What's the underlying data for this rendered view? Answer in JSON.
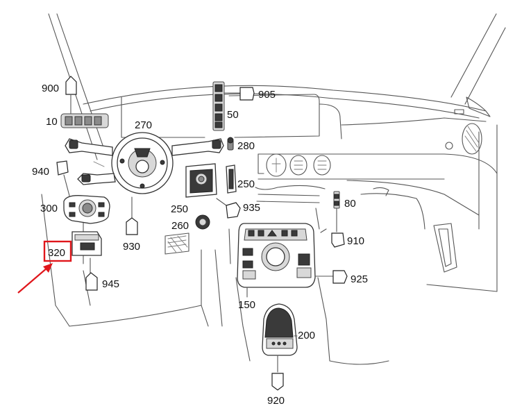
{
  "labels": {
    "p10": "10",
    "p50": "50",
    "p80": "80",
    "p150": "150",
    "p200": "200",
    "p250a": "250",
    "p250b": "250",
    "p260": "260",
    "p270": "270",
    "p280": "280",
    "p300": "300",
    "p320": "320",
    "p900": "900",
    "p905": "905",
    "p910": "910",
    "p920": "920",
    "p925": "925",
    "p930": "930",
    "p935": "935",
    "p940": "940",
    "p945": "945"
  },
  "highlight": {
    "target": "320",
    "color": "#e0161b"
  }
}
